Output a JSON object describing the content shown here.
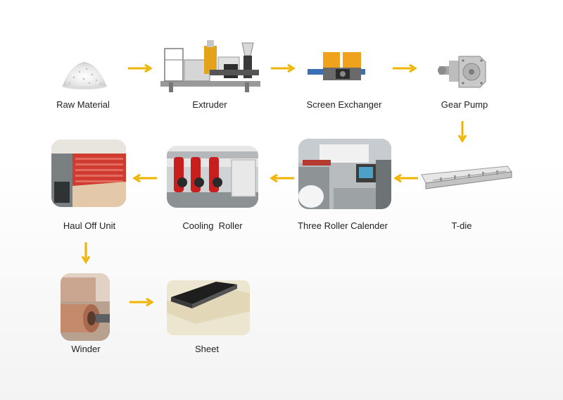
{
  "diagram": {
    "steps": [
      {
        "label": "Raw Material"
      },
      {
        "label": "Extruder"
      },
      {
        "label": "Screen Exchanger"
      },
      {
        "label": "Gear Pump"
      },
      {
        "label": "T-die"
      },
      {
        "label": "Three Roller Calender"
      },
      {
        "label": "Cooling  Roller"
      },
      {
        "label": "Haul Off Unit"
      },
      {
        "label": "Winder"
      },
      {
        "label": "Sheet"
      }
    ],
    "arrow_color": "#f0b400"
  }
}
